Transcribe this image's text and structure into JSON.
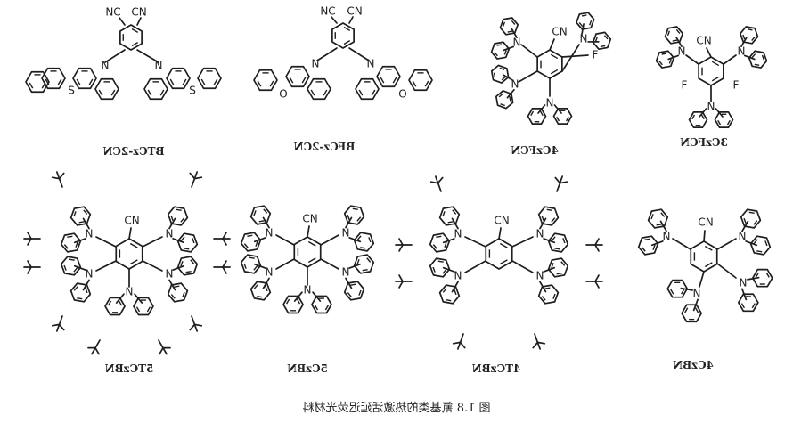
{
  "figure": {
    "caption": "图 1.8 氰基类的热激活延迟荧光材料",
    "colors": {
      "ink": "#1e1e1e",
      "background": "#ffffff"
    },
    "atom_labels": {
      "cyano": "CN",
      "nitrogen": "N",
      "sulfur": "S",
      "oxygen": "O",
      "fluorine": "F",
      "nc": "NC"
    },
    "molecules": [
      {
        "id": "btcz-2cn",
        "name": "BTCz-2CN"
      },
      {
        "id": "bfcz-2cn",
        "name": "BFCz-2CN"
      },
      {
        "id": "4czfcn",
        "name": "4CzFCN"
      },
      {
        "id": "3czfcn",
        "name": "3CzFCN"
      },
      {
        "id": "5tczbn",
        "name": "5TCzBN"
      },
      {
        "id": "5czbn",
        "name": "5CzBN"
      },
      {
        "id": "4tczbn",
        "name": "4TCzBN"
      },
      {
        "id": "4czbn",
        "name": "4CzBN"
      }
    ]
  }
}
